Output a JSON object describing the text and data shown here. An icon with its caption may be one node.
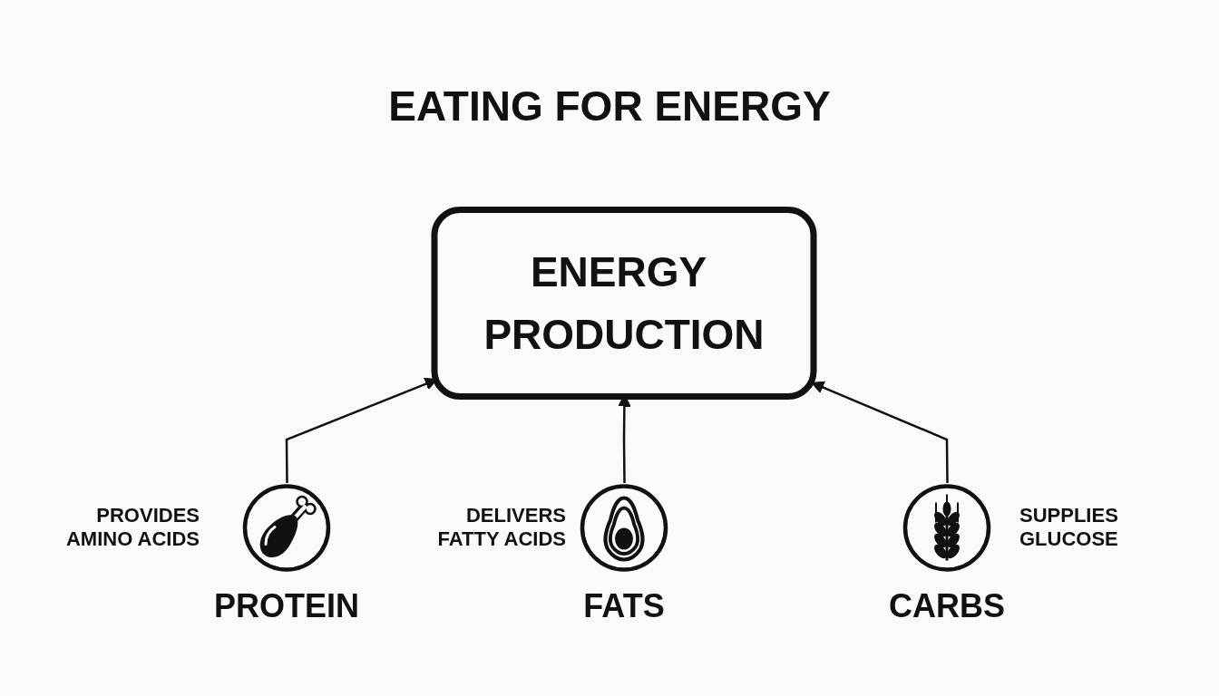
{
  "diagram": {
    "title": "EATING FOR ENERGY",
    "nodes": [
      {
        "text": [
          "PROTEIN"
        ],
        "beside": [
          "PROVIDES AMINO ACIDS"
        ]
      },
      {
        "text": [
          "ENERGY PRODUCTION"
        ]
      },
      {
        "text": [
          "FATS"
        ],
        "beside": [
          "DELIVERS FATTY ACIDS"
        ]
      },
      {
        "text": [
          "CARBS"
        ],
        "beside": [
          "SUPPLIES GLUCOSE"
        ]
      }
    ],
    "edges": [
      {
        "from": 0,
        "to": 1,
        "arrow": "to"
      },
      {
        "from": 2,
        "to": 1,
        "arrow": "to"
      },
      {
        "from": 3,
        "to": 1,
        "arrow": "to"
      }
    ]
  }
}
